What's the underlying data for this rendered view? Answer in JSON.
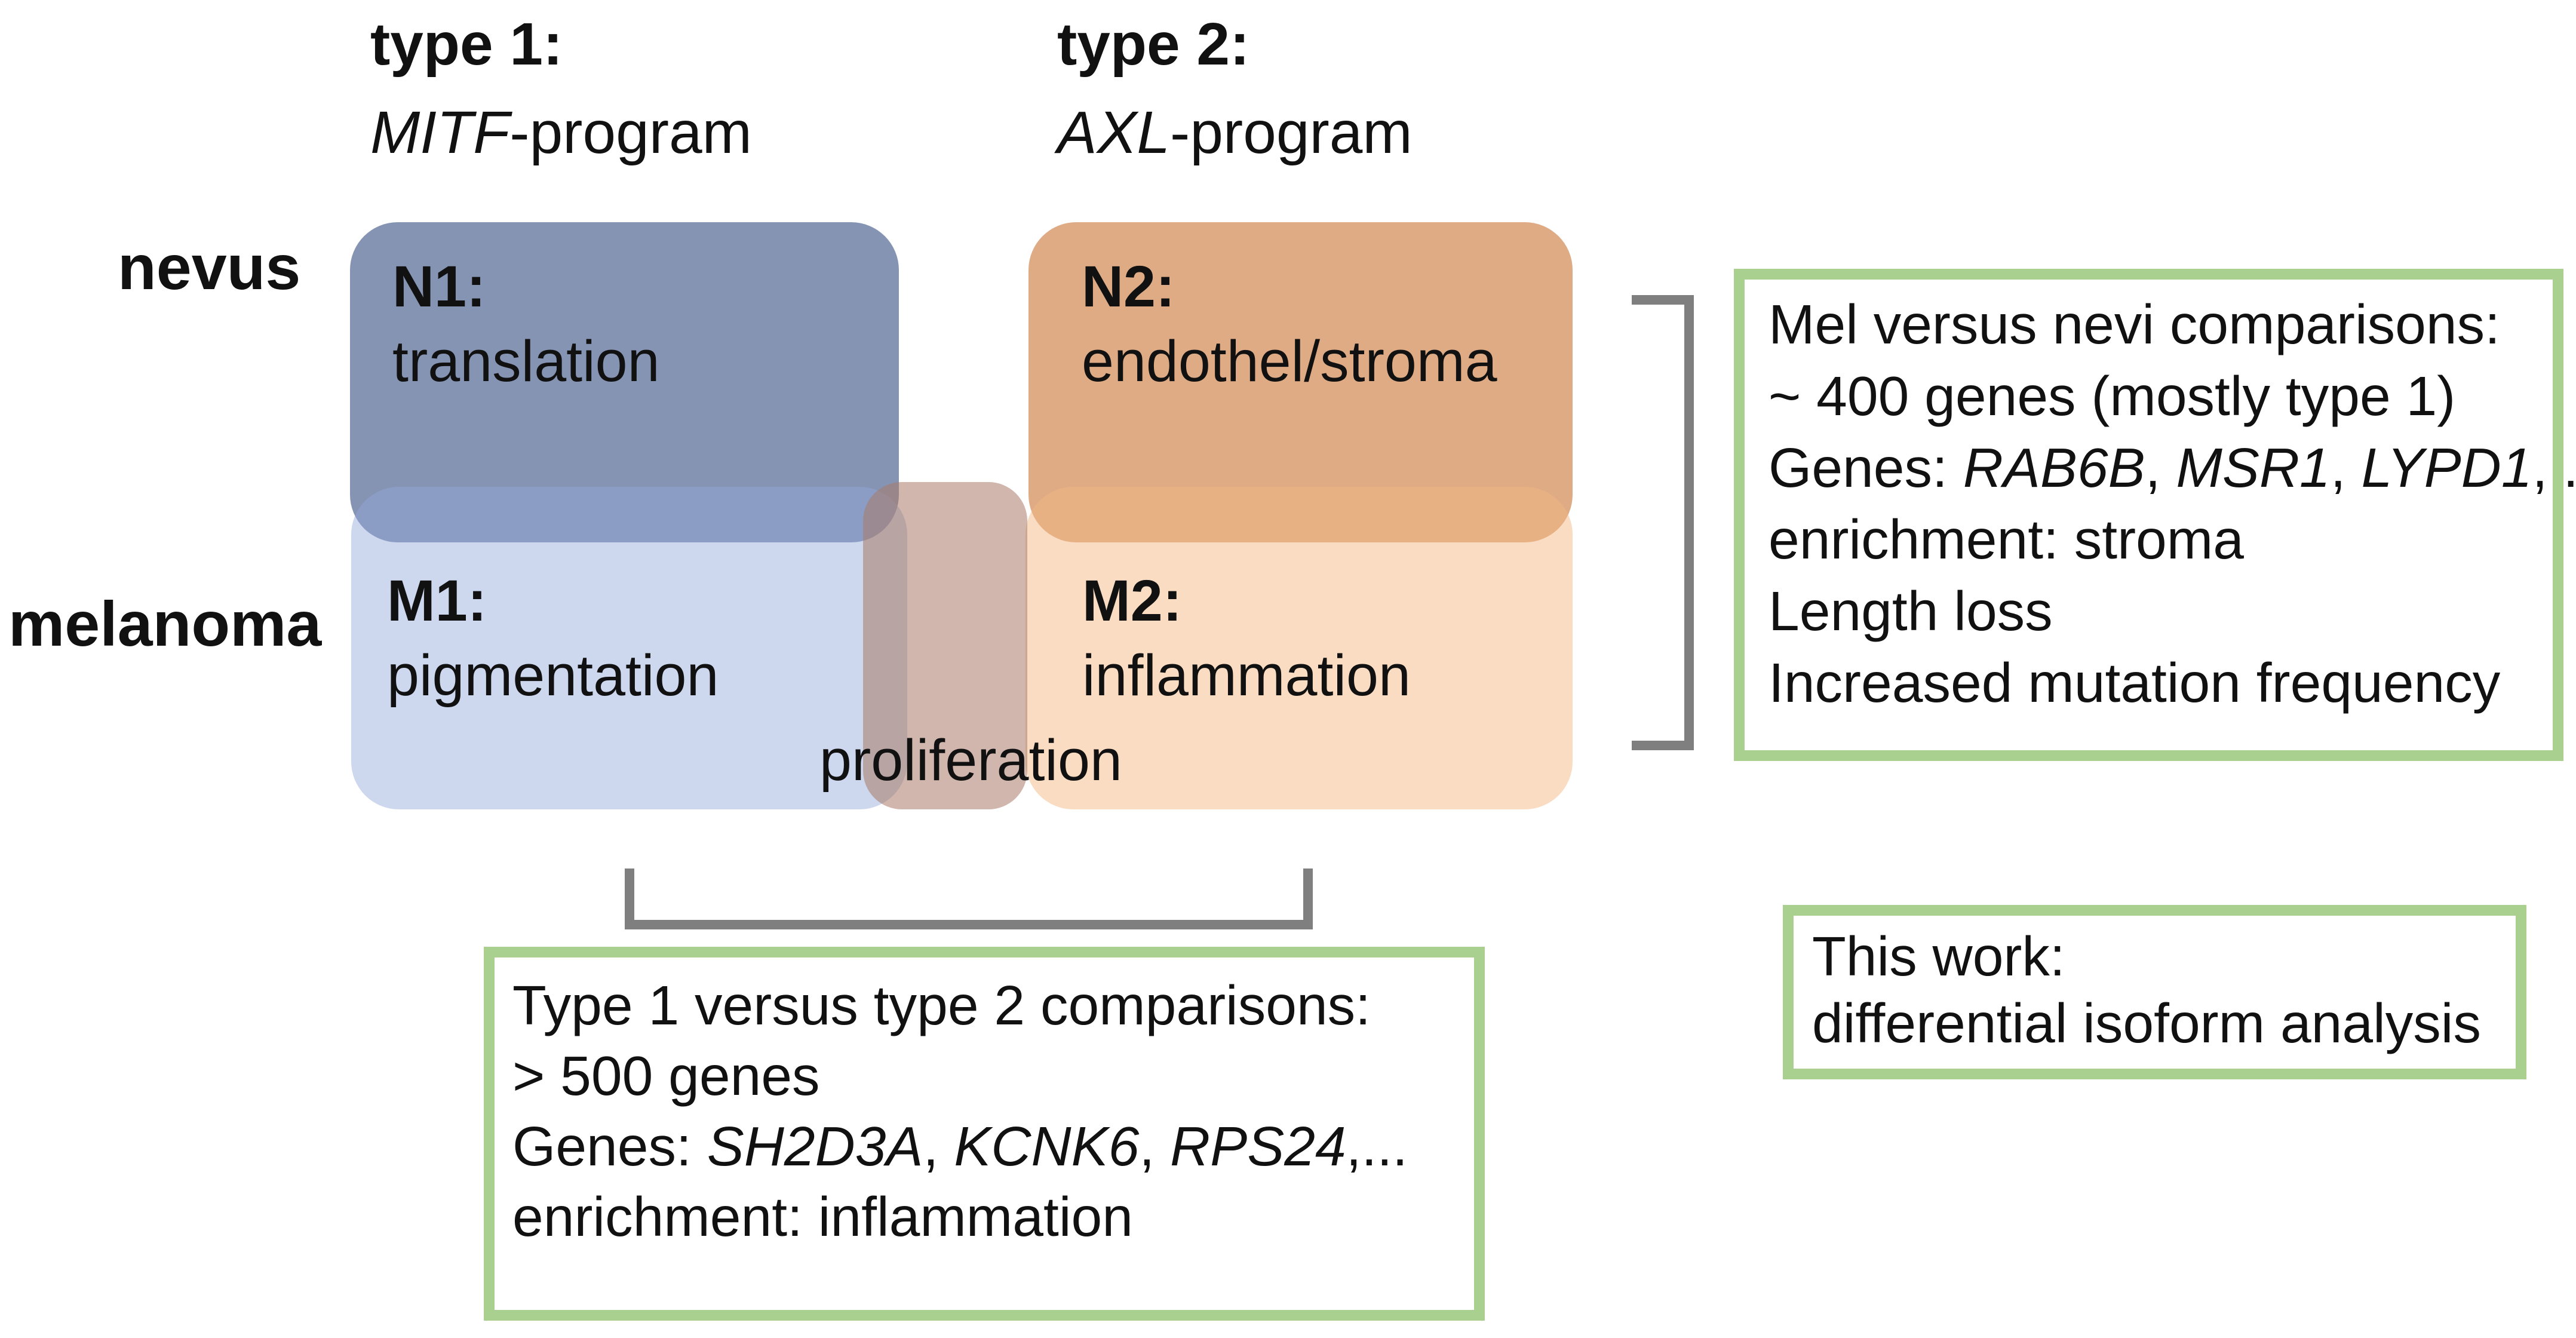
{
  "titles": {
    "type1": {
      "line1": "type 1:",
      "line2": [
        {
          "t": "MITF",
          "i": true
        },
        {
          "t": "-program"
        }
      ]
    },
    "type2": {
      "line1": "type 2:",
      "line2": [
        {
          "t": "AXL",
          "i": true
        },
        {
          "t": "-program"
        }
      ]
    }
  },
  "row_labels": {
    "nevus": "nevus",
    "melanoma": "melanoma"
  },
  "boxes": {
    "n1": {
      "code": "N1:",
      "term": "translation"
    },
    "n2": {
      "code": "N2:",
      "term": "endothel/stroma"
    },
    "m1": {
      "code": "M1:",
      "term": "pigmentation"
    },
    "m2": {
      "code": "M2:",
      "term": "inflammation"
    },
    "overlap": {
      "term": "proliferation"
    }
  },
  "callouts": {
    "mel_vs_nevi": {
      "lines": [
        [
          {
            "t": "Mel versus nevi comparisons:"
          }
        ],
        [
          {
            "t": "~ 400 genes (mostly type 1)"
          }
        ],
        [
          {
            "t": "Genes: "
          },
          {
            "t": "RAB6B",
            "i": true
          },
          {
            "t": ", "
          },
          {
            "t": "MSR1",
            "i": true
          },
          {
            "t": ", "
          },
          {
            "t": "LYPD1",
            "i": true
          },
          {
            "t": ", ..."
          }
        ],
        [
          {
            "t": "enrichment: stroma"
          }
        ],
        [
          {
            "t": "Length loss"
          }
        ],
        [
          {
            "t": "Increased mutation frequency"
          }
        ]
      ]
    },
    "type1_vs_type2": {
      "lines": [
        [
          {
            "t": "Type 1 versus type 2 comparisons:"
          }
        ],
        [
          {
            "t": "> 500 genes"
          }
        ],
        [
          {
            "t": "Genes: "
          },
          {
            "t": "SH2D3A",
            "i": true
          },
          {
            "t": ", "
          },
          {
            "t": "KCNK6",
            "i": true
          },
          {
            "t": ", "
          },
          {
            "t": "RPS24",
            "i": true
          },
          {
            "t": ",..."
          }
        ],
        [
          {
            "t": "enrichment: inflammation"
          }
        ]
      ]
    },
    "this_work": {
      "lines": [
        [
          {
            "t": "This work:"
          }
        ],
        [
          {
            "t": "differential isoform analysis"
          }
        ]
      ]
    }
  },
  "colors": {
    "n1_fill": "#8694b4",
    "n2_fill": "#deab85",
    "m1_fill": "rgba(145,167,218,0.46)",
    "m2_fill": "rgba(243,183,131,0.49)",
    "overlap_fill": "rgba(170,122,104,0.55)",
    "callout_border": "#a9d08e",
    "bracket": "#7f7f7f",
    "text": "#111111"
  }
}
